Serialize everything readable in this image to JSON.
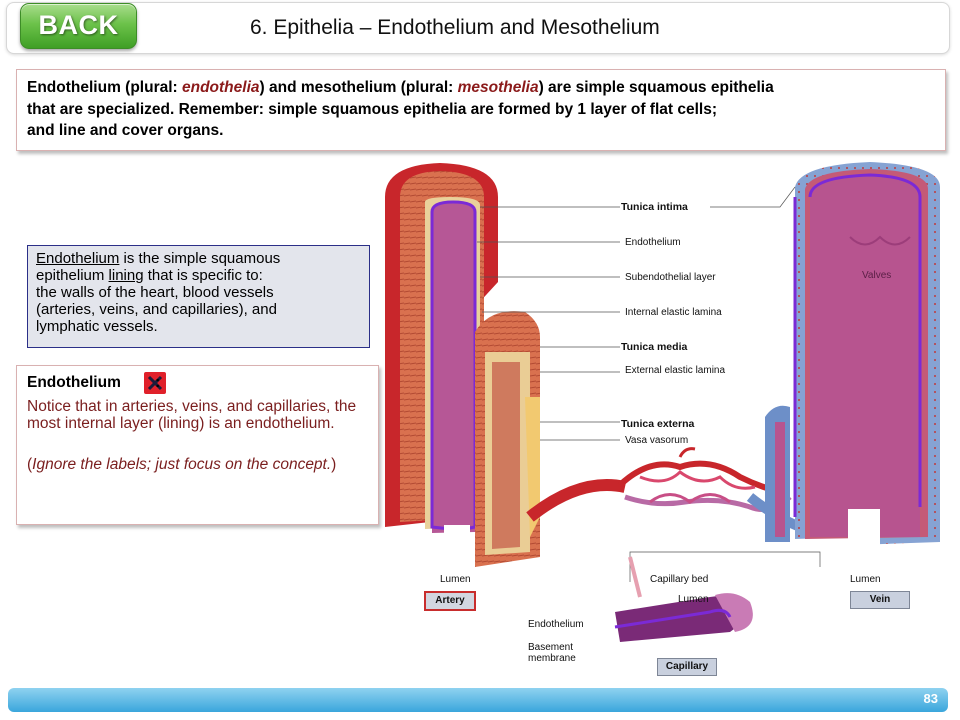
{
  "header": {
    "back_label": "BACK",
    "title": "6.  Epithelia – Endothelium and Mesothelium"
  },
  "intro": {
    "line1_a": "Endothelium (plural: ",
    "line1_b": "endothelia",
    "line1_c": ") and mesothelium (plural: ",
    "line1_d": "mesothelia",
    "line1_e": ") are simple squamous epithelia",
    "line2": "that are specialized. Remember: simple squamous epithelia are formed by 1 layer of flat cells;",
    "line3": "and line and cover organs."
  },
  "definition": {
    "term": "Endothelium",
    "text_a": " is the simple squamous",
    "text_b": "epithelium ",
    "text_c": "lining",
    "text_d": " that is specific to:",
    "text_e": "the walls of the heart, blood vessels",
    "text_f": "(arteries, veins, and capillaries), and",
    "text_g": "lymphatic vessels."
  },
  "endothelium_note": {
    "heading": "Endothelium",
    "heading_suffix": ":",
    "p1": "Notice that in arteries, veins, and capillaries, the most internal layer (lining) is an endothelium.",
    "p2_open": "(",
    "p2_text": "Ignore the labels; just focus on the concept.",
    "p2_close": ")"
  },
  "figure": {
    "labels": {
      "tunica_intima": "Tunica intima",
      "endothelium": "Endothelium",
      "subendothelial": "Subendothelial layer",
      "internal_elastic": "Internal elastic lamina",
      "tunica_media": "Tunica media",
      "external_elastic": "External elastic lamina",
      "tunica_externa": "Tunica externa",
      "vasa_vasorum": "Vasa vasorum",
      "valves": "Valves",
      "lumen_artery": "Lumen",
      "lumen_vein": "Lumen",
      "lumen_cap": "Lumen",
      "capillary_bed": "Capillary bed",
      "endothelium_cap": "Endothelium",
      "basement_1": "Basement",
      "basement_2": "membrane",
      "artery_tag": "Artery",
      "vein_tag": "Vein",
      "capillary_tag": "Capillary"
    },
    "colors": {
      "artery_red": "#c8262b",
      "muscle": "#d86a4c",
      "intima_pink": "#b04a8a",
      "outline_purple": "#7b2ad6",
      "vein_blue": "#6d8fc8"
    }
  },
  "footer": {
    "page_number": "83"
  }
}
